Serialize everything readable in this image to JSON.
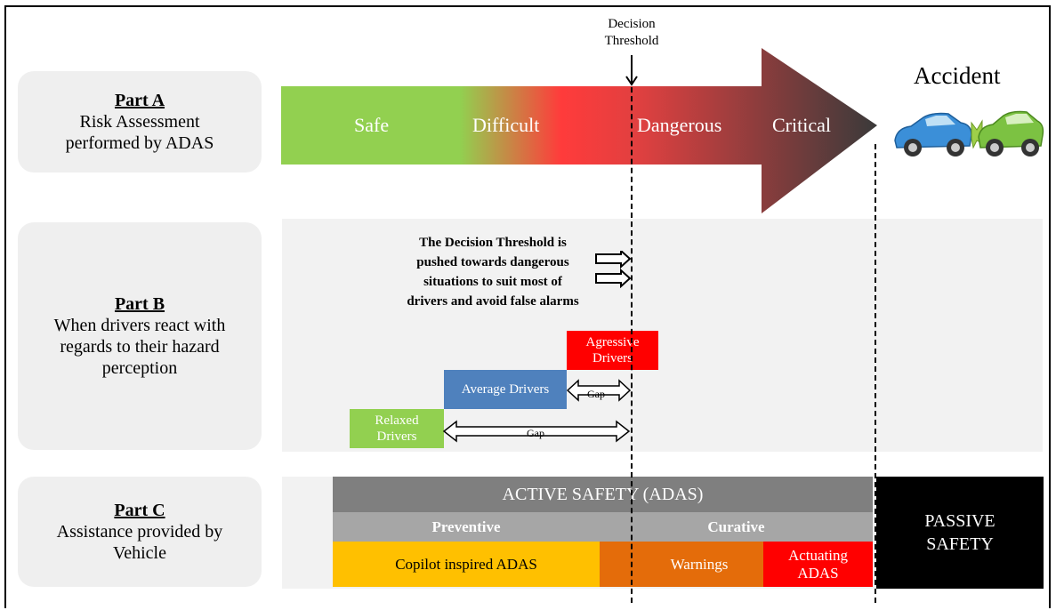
{
  "parts": {
    "a": {
      "title": "Part A",
      "desc_lines": [
        "Risk Assessment",
        "performed by ADAS"
      ]
    },
    "b": {
      "title": "Part B",
      "desc_lines": [
        "When drivers react with",
        "regards to their hazard",
        "perception"
      ]
    },
    "c": {
      "title": "Part C",
      "desc_lines": [
        "Assistance provided by",
        "Vehicle"
      ]
    }
  },
  "decision_threshold": {
    "line1": "Decision",
    "line2": "Threshold"
  },
  "risk_zones": [
    "Safe",
    "Difficult",
    "Dangerous",
    "Critical"
  ],
  "accident_label": "Accident",
  "threshold_note": [
    "The Decision Threshold is",
    "pushed towards dangerous",
    "situations to suit most of",
    "drivers and avoid false alarms"
  ],
  "drivers": {
    "aggressive": [
      "Agressive",
      "Drivers"
    ],
    "average": "Average Drivers",
    "relaxed": [
      "Relaxed",
      "Drivers"
    ],
    "gap_label": "Gap"
  },
  "active_safety": "ACTIVE SAFETY (ADAS)",
  "preventive": "Preventive",
  "curative": "Curative",
  "copilot": "Copilot inspired ADAS",
  "warnings": "Warnings",
  "actuating": [
    "Actuating",
    "ADAS"
  ],
  "passive": [
    "PASSIVE",
    "SAFETY"
  ],
  "colors": {
    "safe_green": "#92d050",
    "danger_red": "#ff3b3b",
    "critical_dark": "#3a3a3a",
    "average_blue": "#4f81bd",
    "aggressive_red": "#ff0000",
    "active_gray": "#7f7f7f",
    "light_gray": "#a6a6a6",
    "copilot_yellow": "#ffc000",
    "warning_orange": "#e46c0a"
  }
}
